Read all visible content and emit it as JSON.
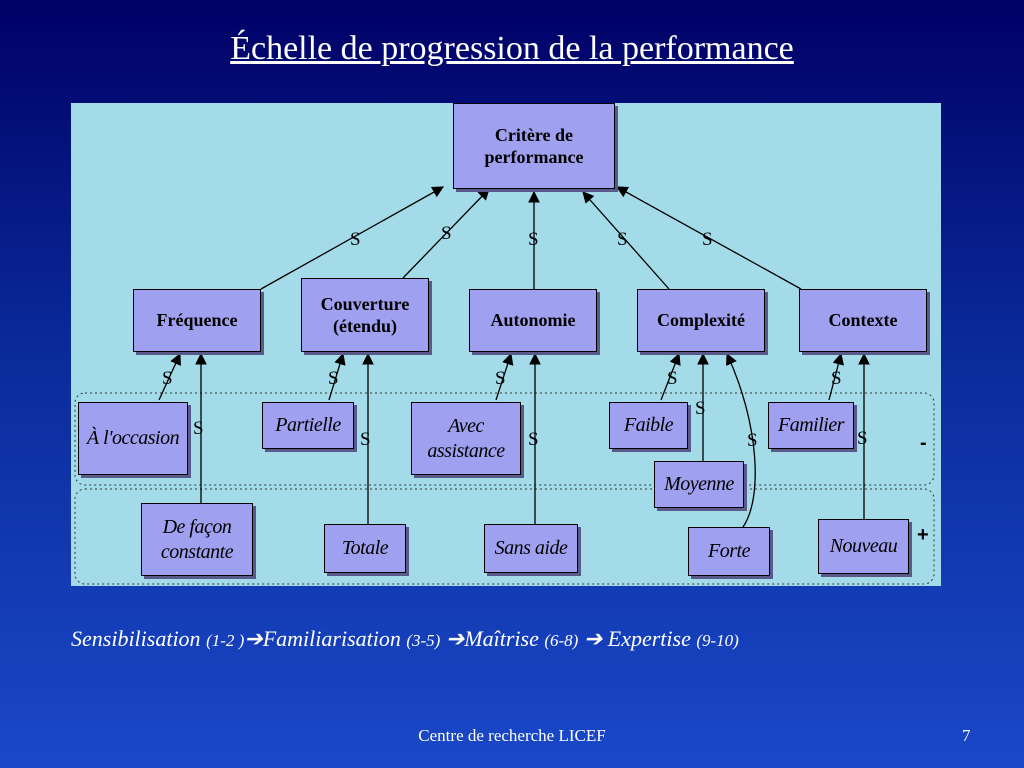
{
  "title": "Échelle de progression de la performance",
  "diagram": {
    "root": "Critère de performance",
    "criteria": {
      "frequence": "Fréquence",
      "couverture": "Couverture (étendu)",
      "autonomie": "Autonomie",
      "complexite": "Complexité",
      "contexte": "Contexte"
    },
    "levels": {
      "occasion": "À l'occasion",
      "constante": "De façon constante",
      "partielle": "Partielle",
      "totale": "Totale",
      "avec_assistance": "Avec assistance",
      "sans_aide": "Sans aide",
      "faible": "Faible",
      "moyenne": "Moyenne",
      "forte": "Forte",
      "familier": "Familier",
      "nouveau": "Nouveau"
    },
    "link_label": "S",
    "minus": "-",
    "plus": "+"
  },
  "scale": {
    "s1": "Sensibilisation",
    "r1": "(1-2 )",
    "arrow": "➔",
    "s2": "Familiarisation",
    "r2": "(3-5)",
    "s3": "Maîtrise",
    "r3": "(6-8)",
    "s4": "Expertise",
    "r4": "(9-10)"
  },
  "footer": "Centre de recherche LICEF",
  "page_number": "7"
}
